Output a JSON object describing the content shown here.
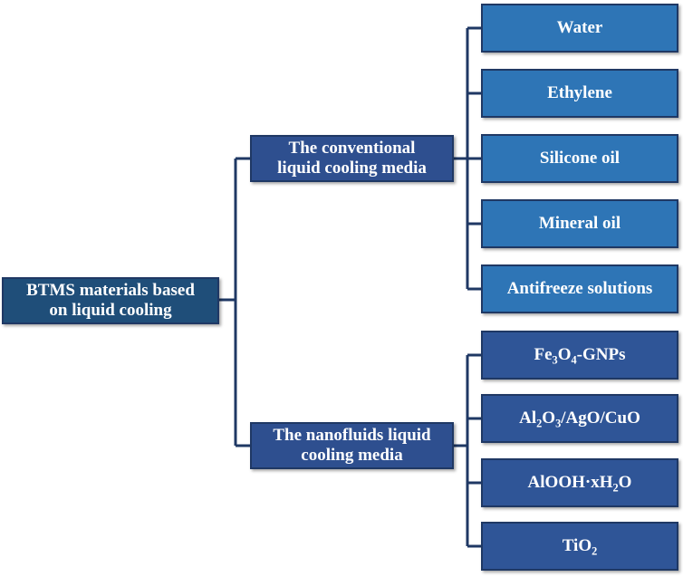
{
  "root": {
    "line1": "BTMS materials based",
    "line2": "on liquid cooling"
  },
  "conventional": {
    "line1": "The conventional",
    "line2": "liquid cooling media",
    "items": [
      "Water",
      "Ethylene",
      "Silicone oil",
      "Mineral oil",
      "Antifreeze solutions"
    ]
  },
  "nanofluids": {
    "line1": "The nanofluids liquid",
    "line2": "cooling media",
    "items": [
      {
        "parts": [
          [
            "Fe",
            ""
          ],
          [
            "3",
            "sub"
          ],
          [
            "O",
            ""
          ],
          [
            "4",
            "sub"
          ],
          [
            "-GNPs",
            ""
          ]
        ]
      },
      {
        "parts": [
          [
            "Al",
            ""
          ],
          [
            "2",
            "sub"
          ],
          [
            "O",
            ""
          ],
          [
            "3",
            "sub"
          ],
          [
            "/AgO/CuO",
            ""
          ]
        ]
      },
      {
        "parts": [
          [
            "AlOOH·xH",
            ""
          ],
          [
            "2",
            "sub"
          ],
          [
            "O",
            ""
          ]
        ]
      },
      {
        "parts": [
          [
            "TiO",
            ""
          ],
          [
            "2",
            "sub"
          ]
        ]
      }
    ]
  },
  "colors": {
    "line": "#1f3864",
    "root_fill": "#1f4e79",
    "mid_fill": "#2e4f8f",
    "conventional_fill": "#2e75b6",
    "nanofluid_fill": "#2f5597"
  }
}
